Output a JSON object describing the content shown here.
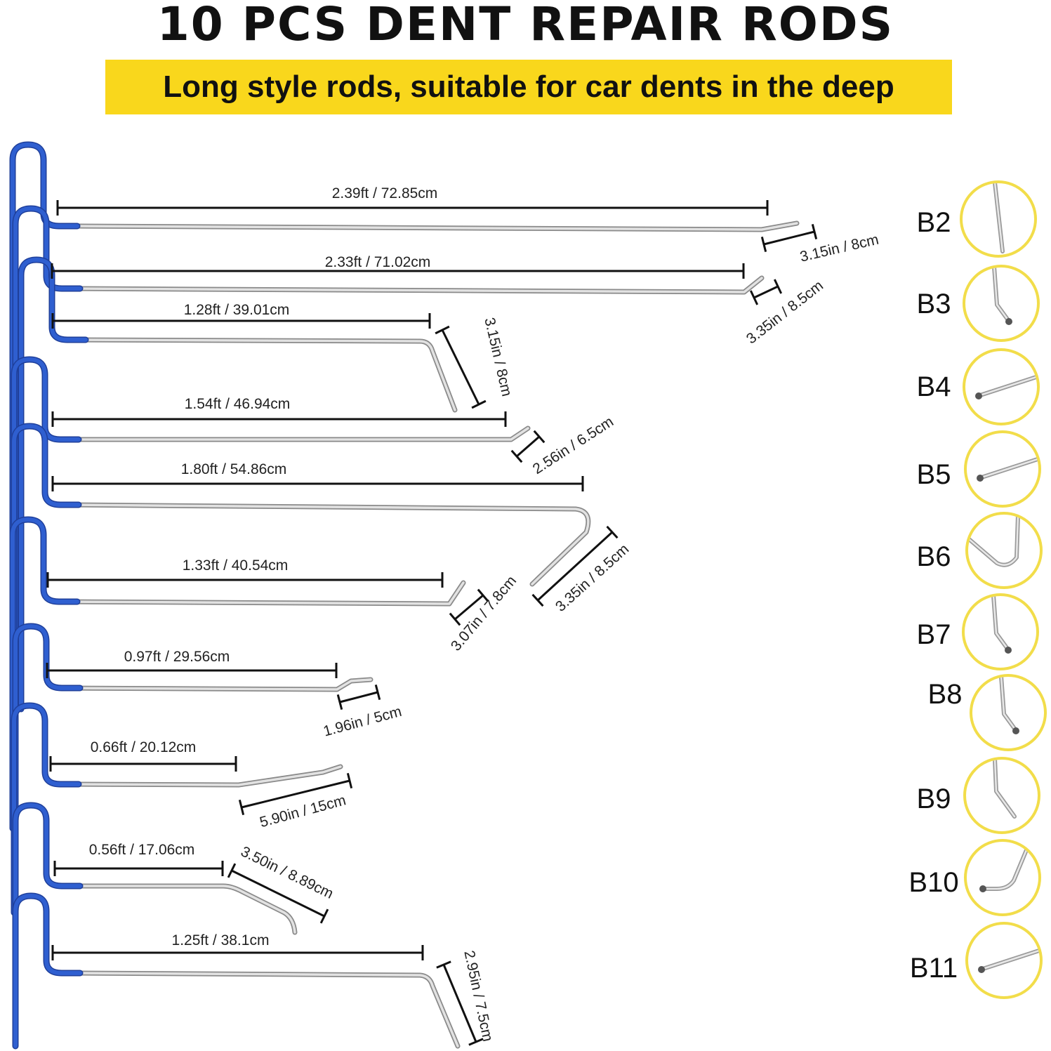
{
  "title": "10 PCS DENT REPAIR RODS",
  "subtitle": "Long style rods, suitable for car dents in the deep",
  "colors": {
    "handle": "#2f5fd0",
    "rod": "#b3b3b3",
    "banner": "#f9d71c",
    "circle": "#f2dd4a",
    "dimension": "#111111"
  },
  "rods": [
    {
      "length": "2.39ft / 72.85cm",
      "tip": "3.15in / 8cm"
    },
    {
      "length": "2.33ft / 71.02cm",
      "tip": "3.35in / 8.5cm"
    },
    {
      "length": "1.28ft / 39.01cm",
      "tip": "3.15in / 8cm"
    },
    {
      "length": "1.54ft / 46.94cm",
      "tip": "2.56in / 6.5cm"
    },
    {
      "length": "1.80ft / 54.86cm",
      "tip": "3.35in / 8.5cm"
    },
    {
      "length": "1.33ft / 40.54cm",
      "tip": "3.07in / 7.8cm"
    },
    {
      "length": "0.97ft / 29.56cm",
      "tip": "1.96in / 5cm"
    },
    {
      "length": "0.66ft / 20.12cm",
      "tip": "5.90in / 15cm"
    },
    {
      "length": "0.56ft / 17.06cm",
      "tip": "3.50in / 8.89cm"
    },
    {
      "length": "1.25ft / 38.1cm",
      "tip": "2.95in / 7.5cm"
    }
  ],
  "tips": [
    {
      "code": "B2",
      "icon": "flat-tip-icon"
    },
    {
      "code": "B3",
      "icon": "bent-ball-tip-icon"
    },
    {
      "code": "B4",
      "icon": "ball-tip-icon"
    },
    {
      "code": "B5",
      "icon": "ball-tip-icon"
    },
    {
      "code": "B6",
      "icon": "u-bend-tip-icon"
    },
    {
      "code": "B7",
      "icon": "bent-ball-tip-icon"
    },
    {
      "code": "B8",
      "icon": "bent-ball-tip-icon"
    },
    {
      "code": "B9",
      "icon": "angled-tip-icon"
    },
    {
      "code": "B10",
      "icon": "l-bend-tip-icon"
    },
    {
      "code": "B11",
      "icon": "ball-tip-icon"
    }
  ]
}
